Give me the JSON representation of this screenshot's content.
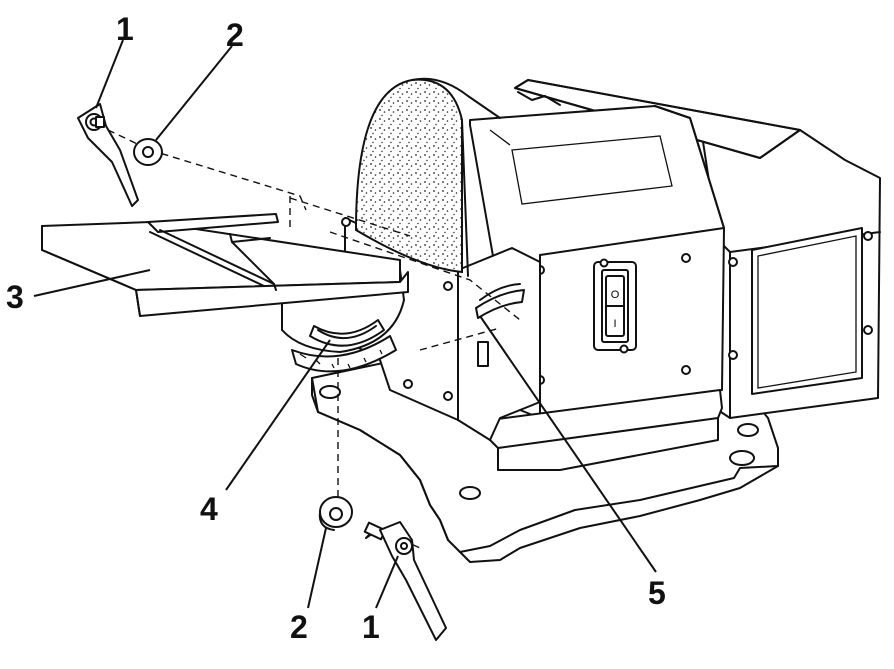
{
  "callouts": [
    {
      "id": "label-1-top",
      "text": "1"
    },
    {
      "id": "label-2-top",
      "text": "2"
    },
    {
      "id": "label-3",
      "text": "3"
    },
    {
      "id": "label-4",
      "text": "4"
    },
    {
      "id": "label-5",
      "text": "5"
    },
    {
      "id": "label-2-bottom",
      "text": "2"
    },
    {
      "id": "label-1-bottom",
      "text": "1"
    }
  ],
  "switch": {
    "top_symbol": "O",
    "bottom_symbol": "I"
  }
}
